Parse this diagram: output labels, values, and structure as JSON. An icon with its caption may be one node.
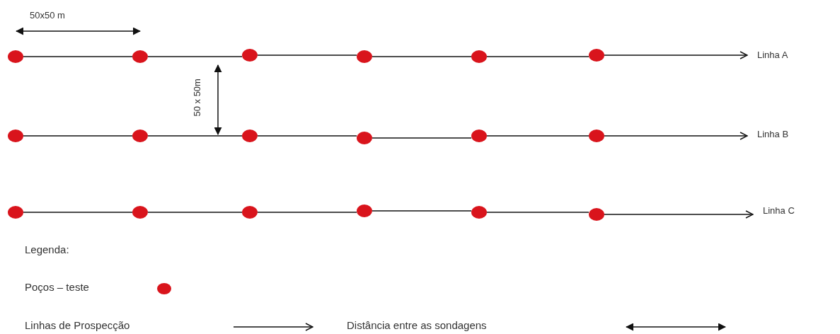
{
  "diagram": {
    "nodes": [
      {
        "text": [],
        "shape": "circle"
      },
      {
        "text": [],
        "shape": "circle"
      },
      {
        "text": [],
        "shape": "circle"
      },
      {
        "text": [],
        "shape": "circle"
      },
      {
        "text": [],
        "shape": "circle"
      },
      {
        "text": [],
        "shape": "circle"
      },
      {
        "text": [
          "Linha A"
        ]
      },
      {
        "text": [],
        "shape": "circle"
      },
      {
        "text": [],
        "shape": "circle"
      },
      {
        "text": [],
        "shape": "circle"
      },
      {
        "text": [],
        "shape": "circle"
      },
      {
        "text": [],
        "shape": "circle"
      },
      {
        "text": [],
        "shape": "circle"
      },
      {
        "text": [
          "Linha B"
        ]
      },
      {
        "text": [],
        "shape": "circle"
      },
      {
        "text": [],
        "shape": "circle"
      },
      {
        "text": [],
        "shape": "circle"
      },
      {
        "text": [],
        "shape": "circle"
      },
      {
        "text": [],
        "shape": "circle"
      },
      {
        "text": [],
        "shape": "circle"
      },
      {
        "text": [
          "Linha C"
        ]
      }
    ],
    "edges": [
      {
        "from": 0,
        "to": 1,
        "arrow": "none"
      },
      {
        "from": 1,
        "to": 2,
        "arrow": "none"
      },
      {
        "from": 2,
        "to": 3,
        "arrow": "none"
      },
      {
        "from": 3,
        "to": 4,
        "arrow": "none"
      },
      {
        "from": 4,
        "to": 5,
        "arrow": "none"
      },
      {
        "from": 5,
        "to": 6,
        "arrow": "to"
      },
      {
        "from": 7,
        "to": 8,
        "arrow": "none"
      },
      {
        "from": 8,
        "to": 9,
        "arrow": "none"
      },
      {
        "from": 9,
        "to": 10,
        "arrow": "none"
      },
      {
        "from": 10,
        "to": 11,
        "arrow": "none"
      },
      {
        "from": 11,
        "to": 12,
        "arrow": "none"
      },
      {
        "from": 12,
        "to": 13,
        "arrow": "to"
      },
      {
        "from": 14,
        "to": 15,
        "arrow": "none"
      },
      {
        "from": 15,
        "to": 16,
        "arrow": "none"
      },
      {
        "from": 16,
        "to": 17,
        "arrow": "none"
      },
      {
        "from": 17,
        "to": 18,
        "arrow": "none"
      },
      {
        "from": 18,
        "to": 19,
        "arrow": "none"
      },
      {
        "from": 19,
        "to": 20,
        "arrow": "to"
      }
    ],
    "labels": [
      "50x50 m",
      "50 x 50m",
      "Legenda:"
    ],
    "legend": [
      {
        "text": "Poços – teste",
        "color": "#d9141c"
      },
      {
        "text": "Linhas de Prospecção"
      },
      {
        "text": "Distância entre as sondagens"
      }
    ]
  }
}
